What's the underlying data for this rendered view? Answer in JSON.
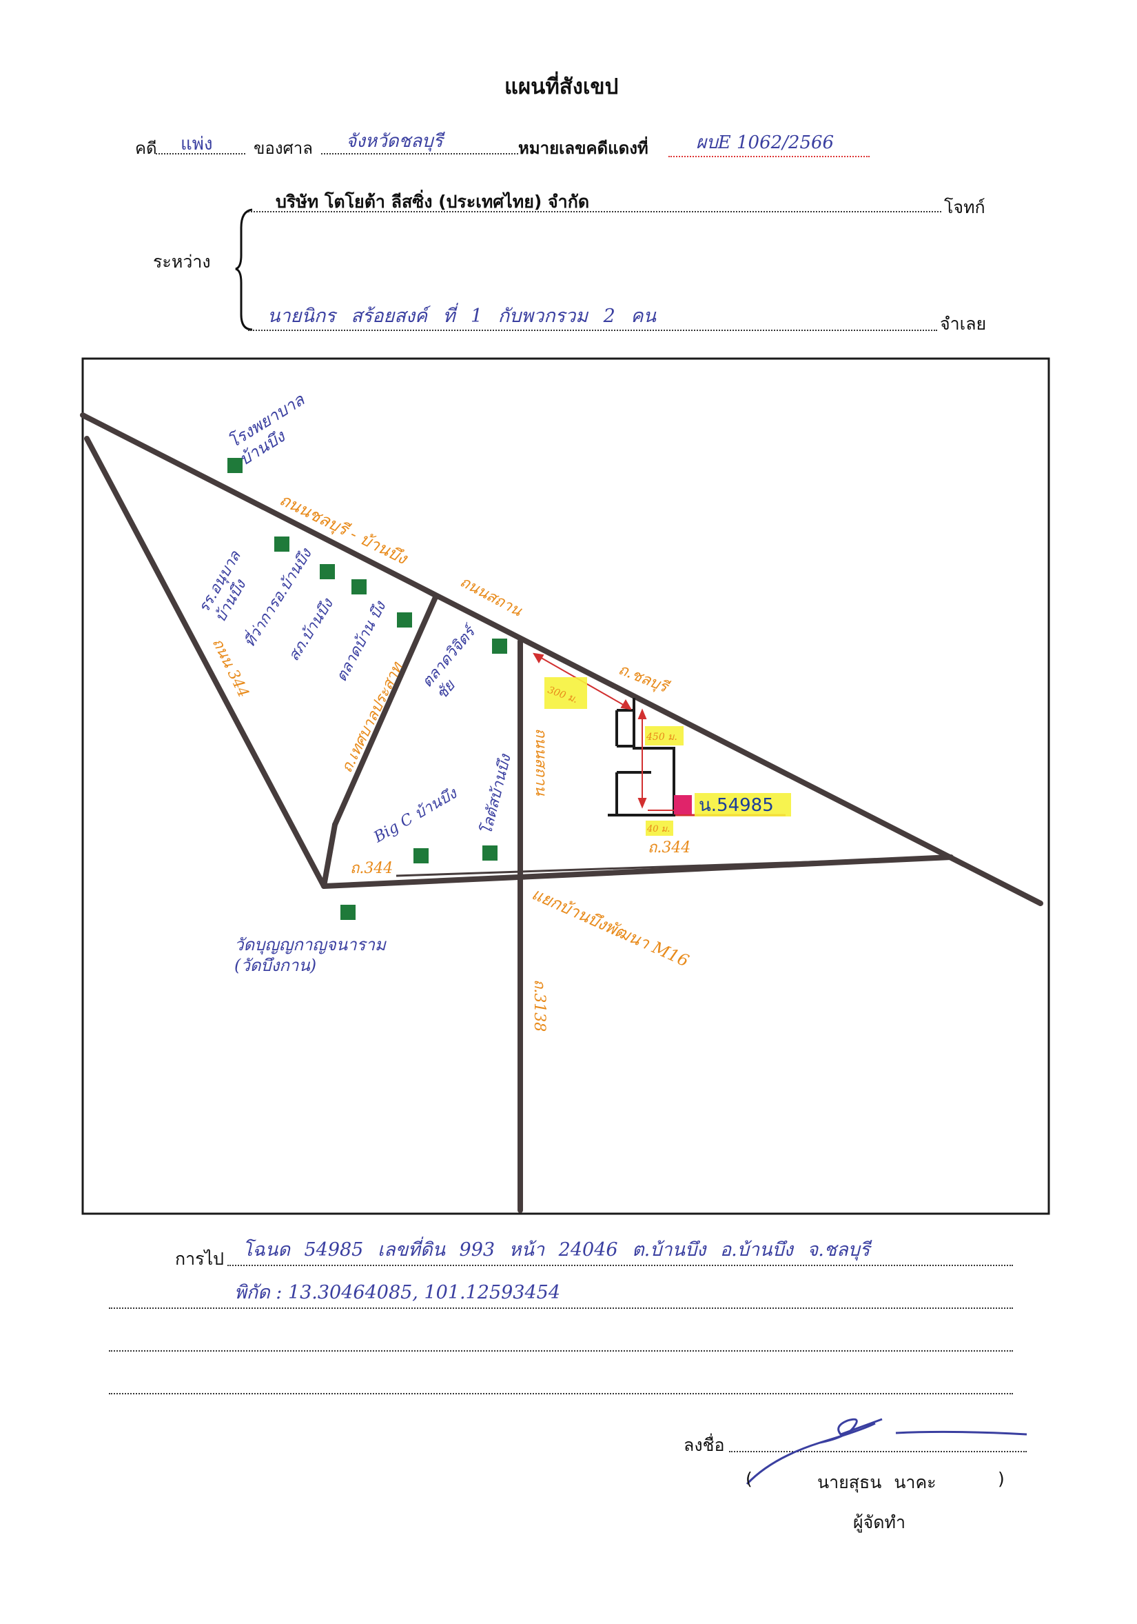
{
  "title": "แผนที่สังเขป",
  "case": {
    "case_label": "คดี",
    "case_type": "แพ่ง",
    "court_label": "ของศาล",
    "court": "จังหวัดชลบุรี",
    "red_no_label": "หมายเลขคดีแดงที่",
    "red_no": "ผบE 1062/2566"
  },
  "parties": {
    "between_label": "ระหว่าง",
    "plaintiff": "บริษัท โตโยต้า ลีสซิ่ง (ประเทศไทย) จำกัด",
    "plaintiff_role": "โจทก์",
    "defendant": "นายนิกร สร้อยสงค์ ที่ 1 กับพวกรวม 2 คน",
    "defendant_role": "จำเลย"
  },
  "map": {
    "labels": {
      "hospital": "โรงพยาบาล\nบ้านบึง",
      "road_chon_banbueng": "ถนนชลบุรี - บ้านบึง",
      "school": "รร.อนุบาล\nบ้านบึง",
      "district_office": "ที่ว่าการอ.บ้านบึง",
      "police": "สภ.บ้านบึง",
      "market_banbueng": "ตลาดบ้าน บึง",
      "road_thesaban": "ถ.เทศบาลประสาท",
      "market_wichit": "ตลาดวิจิตร์\nชัย",
      "road_satan": "ถนนสถาน",
      "road_chonburi": "ถ.ชลบุรี",
      "road_344_left": "ถนน 344",
      "bigc": "Big C บ้านบึง",
      "lotus": "โลตัสบ้านบึง",
      "road_satan_v": "ถนนสถาน",
      "road_344_a": "ถ.344",
      "road_344_b": "ถ.344",
      "distance_1": "300 ม.",
      "distance_2": "450 ม.",
      "distance_3": "40 ม.",
      "parcel": "น.54985",
      "junction": "แยกบ้านบึงพัฒนา M16",
      "temple": "วัดบุญญกาญจนาราม\n(วัดบึงกาน)",
      "road_3138": "ถ.3138"
    },
    "colors": {
      "road": "#463c3c",
      "frame": "#1a1a1a",
      "landmark": "#1f7a3a",
      "orange_text": "#e88a1a",
      "blue_text": "#3a3fa0",
      "highlight": "#f6f23c",
      "parcel_marker": "#e0246a",
      "arrow": "#d23030"
    }
  },
  "directions": {
    "label": "การไป",
    "line1": "โฉนด 54985 เลขที่ดิน 993 หน้า 24046 ต.บ้านบึง อ.บ้านบึง จ.ชลบุรี",
    "line2": "พิกัด : 13.30464085, 101.12593454"
  },
  "signature": {
    "sign_label": "ลงชื่อ",
    "name": "นายสุธน นาคะ",
    "role": "ผู้จัดทำ"
  }
}
